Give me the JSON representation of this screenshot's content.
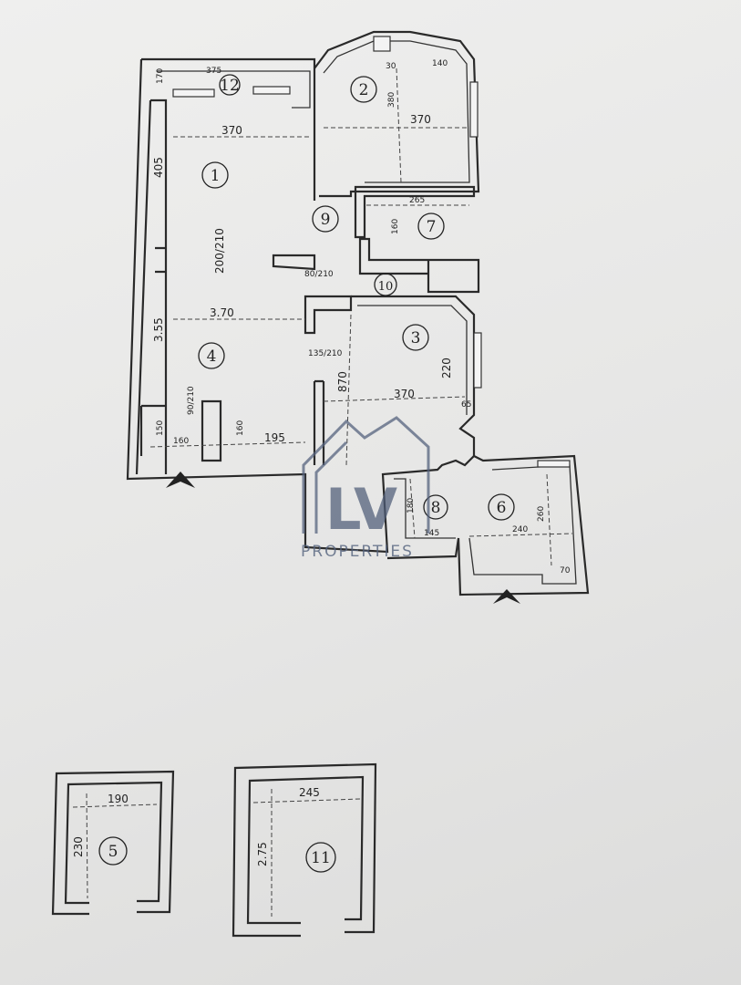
{
  "rooms": [
    {
      "id": "r1",
      "number": "1"
    },
    {
      "id": "r2",
      "number": "2"
    },
    {
      "id": "r3",
      "number": "3"
    },
    {
      "id": "r4",
      "number": "4"
    },
    {
      "id": "r5",
      "number": "5"
    },
    {
      "id": "r6",
      "number": "6"
    },
    {
      "id": "r7",
      "number": "7"
    },
    {
      "id": "r8",
      "number": "8"
    },
    {
      "id": "r9",
      "number": "9"
    },
    {
      "id": "r10",
      "number": "10"
    },
    {
      "id": "r11",
      "number": "11"
    },
    {
      "id": "r12",
      "number": "12"
    }
  ],
  "dimensions": {
    "d_375": "375",
    "d_170": "170",
    "d_370_r1": "370",
    "d_405": "405",
    "d_200_210": "200/210",
    "d_370_r4": "3.70",
    "d_355": "3.55",
    "d_90_210": "90/210",
    "d_150": "150",
    "d_160_a": "160",
    "d_160_b": "160",
    "d_195": "195",
    "d_135_210": "135/210",
    "d_870": "870",
    "d_80_210": "80/210",
    "d_380": "380",
    "d_370_r2": "370",
    "d_30": "30",
    "d_140": "140",
    "d_265": "265",
    "d_160_r7": "160",
    "d_220": "220",
    "d_370_r3": "370",
    "d_65": "65",
    "d_180": "180",
    "d_145": "145",
    "d_240": "240",
    "d_260": "260",
    "d_70": "70",
    "d_190": "190",
    "d_230": "230",
    "d_245": "245",
    "d_275": "2.75"
  },
  "watermark": {
    "mark": "LV",
    "text": "PROPERTIES"
  }
}
